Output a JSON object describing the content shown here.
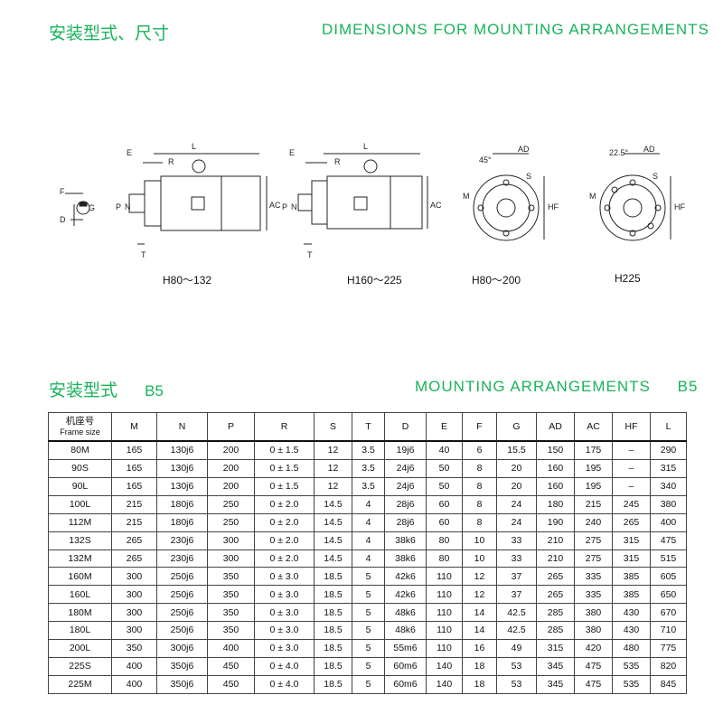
{
  "header": {
    "title_cn": "安装型式、尺寸",
    "title_en": "DIMENSIONS FOR MOUNTING ARRANGEMENTS"
  },
  "drawings": {
    "captions": [
      "H80～132",
      "H160～225",
      "H80～200",
      "H225"
    ],
    "labels": {
      "L": "L",
      "E": "E",
      "R": "R",
      "P": "P",
      "N": "N",
      "AC": "AC",
      "T": "T",
      "F": "F",
      "G": "G",
      "D": "D",
      "AD": "AD",
      "HF": "HF",
      "M": "M",
      "S": "S",
      "angle45": "45°",
      "angle225": "22.5°"
    }
  },
  "section": {
    "title_cn": "安装型式",
    "title_cn_code": "B5",
    "title_en": "MOUNTING ARRANGEMENTS",
    "title_en_code": "B5"
  },
  "table": {
    "header": {
      "frame_cn": "机座号",
      "frame_en": "Frame size",
      "cols": [
        "M",
        "N",
        "P",
        "R",
        "S",
        "T",
        "D",
        "E",
        "F",
        "G",
        "AD",
        "AC",
        "HF",
        "L"
      ]
    },
    "rows": [
      [
        "80M",
        "165",
        "130j6",
        "200",
        "0 ± 1.5",
        "12",
        "3.5",
        "19j6",
        "40",
        "6",
        "15.5",
        "150",
        "175",
        "–",
        "290"
      ],
      [
        "90S",
        "165",
        "130j6",
        "200",
        "0 ± 1.5",
        "12",
        "3.5",
        "24j6",
        "50",
        "8",
        "20",
        "160",
        "195",
        "–",
        "315"
      ],
      [
        "90L",
        "165",
        "130j6",
        "200",
        "0 ± 1.5",
        "12",
        "3.5",
        "24j6",
        "50",
        "8",
        "20",
        "160",
        "195",
        "–",
        "340"
      ],
      [
        "100L",
        "215",
        "180j6",
        "250",
        "0 ± 2.0",
        "14.5",
        "4",
        "28j6",
        "60",
        "8",
        "24",
        "180",
        "215",
        "245",
        "380"
      ],
      [
        "112M",
        "215",
        "180j6",
        "250",
        "0 ± 2.0",
        "14.5",
        "4",
        "28j6",
        "60",
        "8",
        "24",
        "190",
        "240",
        "265",
        "400"
      ],
      [
        "132S",
        "265",
        "230j6",
        "300",
        "0 ± 2.0",
        "14.5",
        "4",
        "38k6",
        "80",
        "10",
        "33",
        "210",
        "275",
        "315",
        "475"
      ],
      [
        "132M",
        "265",
        "230j6",
        "300",
        "0 ± 2.0",
        "14.5",
        "4",
        "38k6",
        "80",
        "10",
        "33",
        "210",
        "275",
        "315",
        "515"
      ],
      [
        "160M",
        "300",
        "250j6",
        "350",
        "0 ± 3.0",
        "18.5",
        "5",
        "42k6",
        "110",
        "12",
        "37",
        "265",
        "335",
        "385",
        "605"
      ],
      [
        "160L",
        "300",
        "250j6",
        "350",
        "0 ± 3.0",
        "18.5",
        "5",
        "42k6",
        "110",
        "12",
        "37",
        "265",
        "335",
        "385",
        "650"
      ],
      [
        "180M",
        "300",
        "250j6",
        "350",
        "0 ± 3.0",
        "18.5",
        "5",
        "48k6",
        "110",
        "14",
        "42.5",
        "285",
        "380",
        "430",
        "670"
      ],
      [
        "180L",
        "300",
        "250j6",
        "350",
        "0 ± 3.0",
        "18.5",
        "5",
        "48k6",
        "110",
        "14",
        "42.5",
        "285",
        "380",
        "430",
        "710"
      ],
      [
        "200L",
        "350",
        "300j6",
        "400",
        "0 ± 3.0",
        "18.5",
        "5",
        "55m6",
        "110",
        "16",
        "49",
        "315",
        "420",
        "480",
        "775"
      ],
      [
        "225S",
        "400",
        "350j6",
        "450",
        "0 ± 4.0",
        "18.5",
        "5",
        "60m6",
        "140",
        "18",
        "53",
        "345",
        "475",
        "535",
        "820"
      ],
      [
        "225M",
        "400",
        "350j6",
        "450",
        "0 ± 4.0",
        "18.5",
        "5",
        "60m6",
        "140",
        "18",
        "53",
        "345",
        "475",
        "535",
        "845"
      ]
    ]
  }
}
